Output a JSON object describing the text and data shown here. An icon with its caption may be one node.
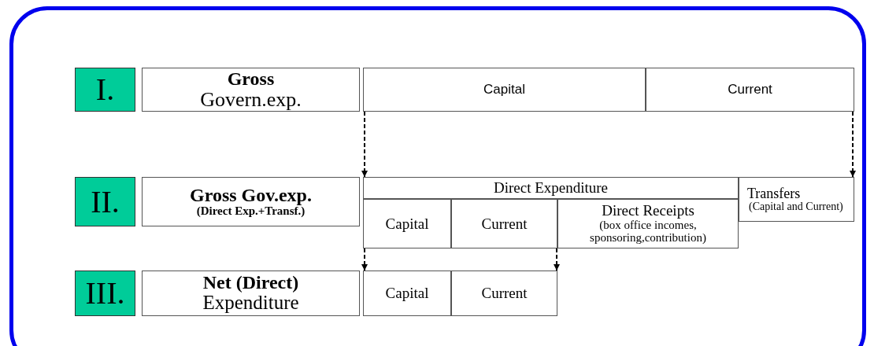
{
  "diagram": {
    "nodes": [
      {
        "text": [
          "I."
        ]
      },
      {
        "text": [
          "Gross",
          "Govern.exp."
        ]
      },
      {
        "text": [
          "Capital"
        ]
      },
      {
        "text": [
          "Current"
        ]
      },
      {
        "text": [
          "II."
        ]
      },
      {
        "text": [
          "Gross Gov.exp.",
          "(Direct Exp.+Transf.)"
        ]
      },
      {
        "text": [
          "Direct Expenditure"
        ]
      },
      {
        "text": [
          "Capital"
        ]
      },
      {
        "text": [
          "Current"
        ]
      },
      {
        "text": [
          "Direct Receipts",
          "(box office incomes, sponsoring,contribution)"
        ]
      },
      {
        "text": [
          "Transfers",
          "(Capital and Current)"
        ]
      },
      {
        "text": [
          "III."
        ]
      },
      {
        "text": [
          "Net (Direct)",
          "Expenditure"
        ]
      },
      {
        "text": [
          "Capital"
        ]
      },
      {
        "text": [
          "Current"
        ]
      }
    ],
    "edges": [
      {
        "from": 2,
        "to": 6,
        "arrow": "to",
        "style": "dashed"
      },
      {
        "from": 3,
        "to": 10,
        "arrow": "to",
        "style": "dashed"
      },
      {
        "from": 7,
        "to": 13,
        "arrow": "to",
        "style": "dashed"
      },
      {
        "from": 8,
        "to": 14,
        "arrow": "to",
        "style": "dashed"
      }
    ]
  }
}
